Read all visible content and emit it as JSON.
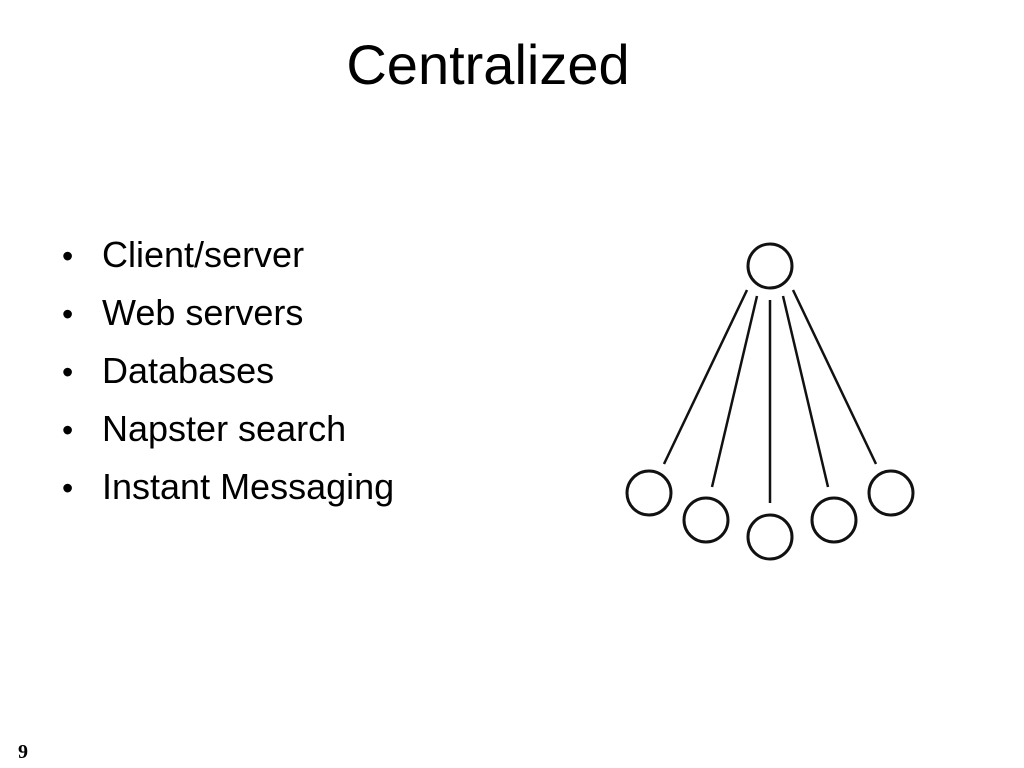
{
  "slide": {
    "title": "Centralized",
    "bullets": [
      "Client/server",
      "Web servers",
      "Databases",
      "Napster search",
      "Instant Messaging"
    ],
    "bullet_glyph": "•",
    "page_number": "9"
  },
  "diagram": {
    "hub_nodes": 1,
    "leaf_nodes": 5
  }
}
